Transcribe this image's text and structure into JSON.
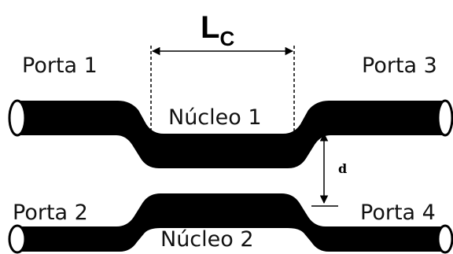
{
  "diagram": {
    "ports": {
      "port1": "Porta 1",
      "port2": "Porta 2",
      "port3": "Porta 3",
      "port4": "Porta 4"
    },
    "cores": {
      "core1": "Núcleo 1",
      "core2": "Núcleo 2"
    },
    "coupling_length": {
      "letter": "L",
      "subscript": "C"
    },
    "separation_label": "d",
    "colors": {
      "waveguide": "#000000",
      "background": "#ffffff",
      "text": "#111111"
    }
  }
}
